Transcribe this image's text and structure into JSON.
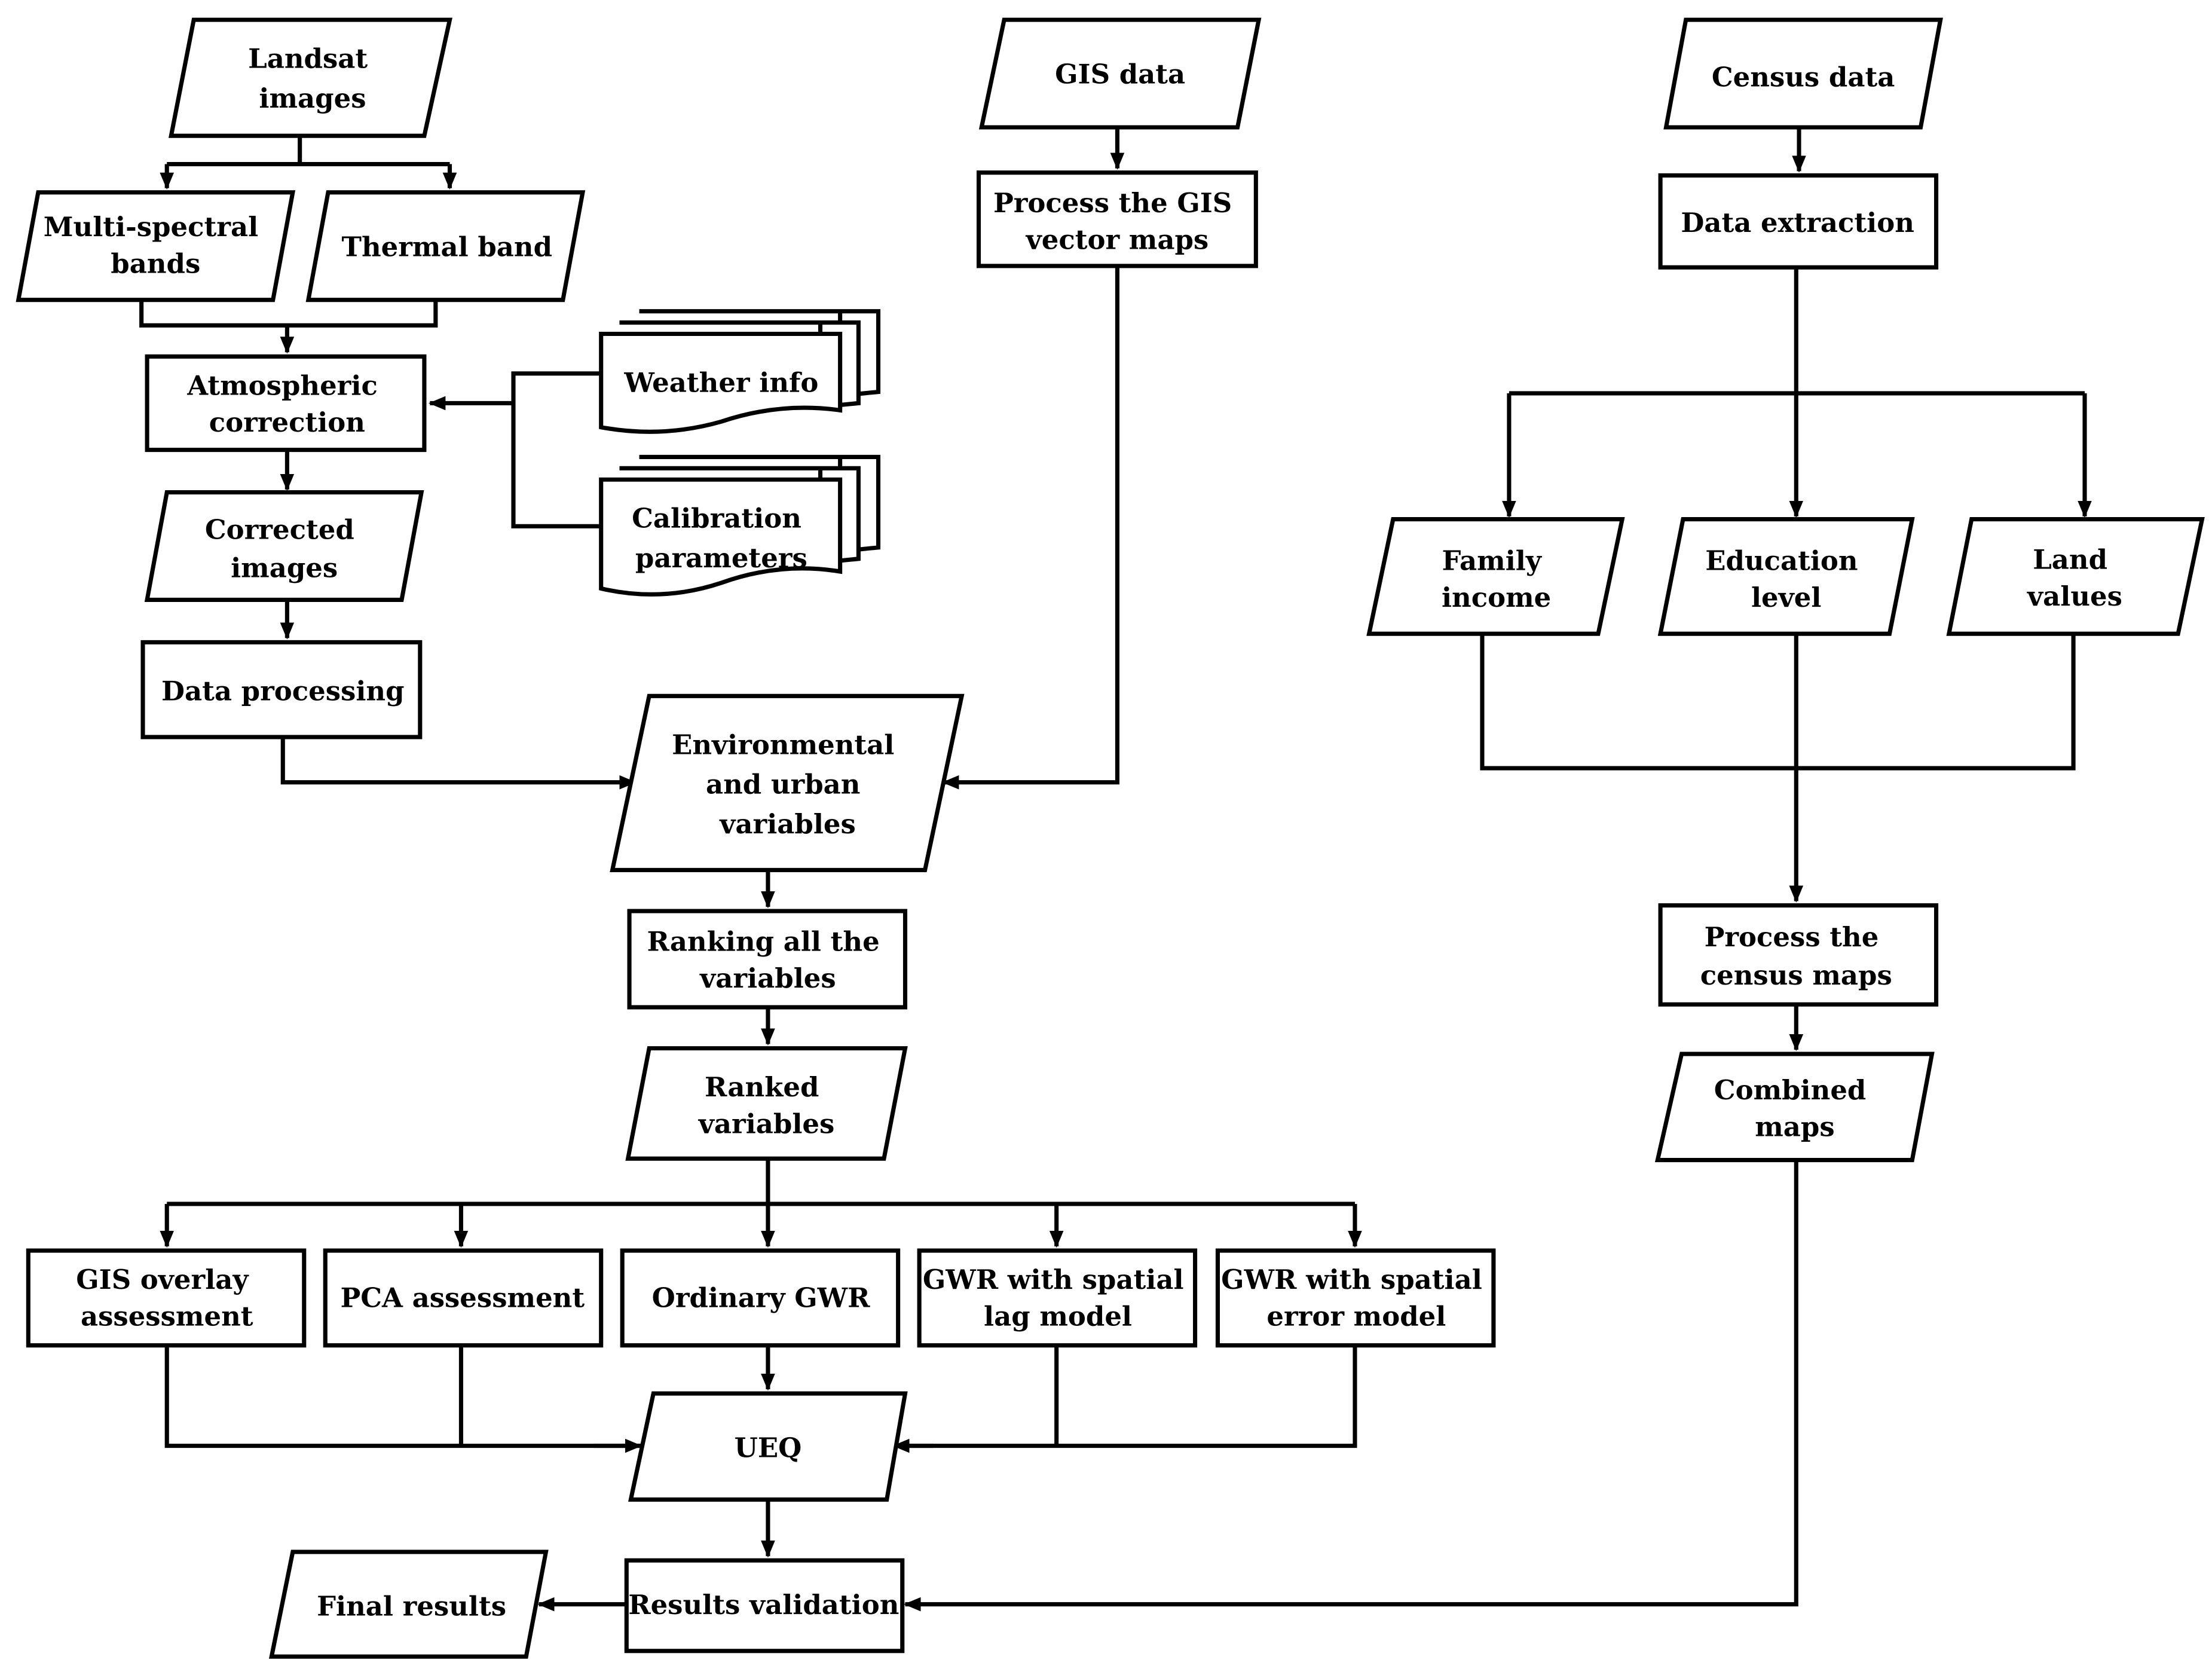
{
  "nodes": {
    "landsat_images": {
      "lines": [
        "Landsat",
        "images"
      ]
    },
    "multispectral_bands": {
      "lines": [
        "Multi-spectral",
        "bands"
      ]
    },
    "thermal_band": {
      "lines": [
        "Thermal band"
      ]
    },
    "atmospheric_correction": {
      "lines": [
        "Atmospheric",
        "correction"
      ]
    },
    "weather_info": {
      "lines": [
        "Weather info"
      ]
    },
    "calibration_parameters": {
      "lines": [
        "Calibration",
        "parameters"
      ]
    },
    "corrected_images": {
      "lines": [
        "Corrected",
        "images"
      ]
    },
    "data_processing": {
      "lines": [
        "Data processing"
      ]
    },
    "gis_data": {
      "lines": [
        "GIS data"
      ]
    },
    "process_gis_vector": {
      "lines": [
        "Process the GIS",
        "vector maps"
      ]
    },
    "env_urban_variables": {
      "lines": [
        "Environmental",
        "and urban",
        "variables"
      ]
    },
    "ranking_variables": {
      "lines": [
        "Ranking all the",
        "variables"
      ]
    },
    "ranked_variables": {
      "lines": [
        "Ranked",
        "variables"
      ]
    },
    "gis_overlay": {
      "lines": [
        "GIS overlay",
        "assessment"
      ]
    },
    "pca_assessment": {
      "lines": [
        "PCA assessment"
      ]
    },
    "ordinary_gwr": {
      "lines": [
        "Ordinary GWR"
      ]
    },
    "gwr_lag": {
      "lines": [
        "GWR with spatial",
        "lag model"
      ]
    },
    "gwr_error": {
      "lines": [
        "GWR with spatial",
        "error model"
      ]
    },
    "ueq": {
      "lines": [
        "UEQ"
      ]
    },
    "results_validation": {
      "lines": [
        "Results validation"
      ]
    },
    "final_results": {
      "lines": [
        "Final results"
      ]
    },
    "census_data": {
      "lines": [
        "Census data"
      ]
    },
    "data_extraction": {
      "lines": [
        "Data extraction"
      ]
    },
    "family_income": {
      "lines": [
        "Family",
        "income"
      ]
    },
    "education_level": {
      "lines": [
        "Education",
        "level"
      ]
    },
    "land_values": {
      "lines": [
        "Land",
        "values"
      ]
    },
    "process_census": {
      "lines": [
        "Process the",
        "census maps"
      ]
    },
    "combined_maps": {
      "lines": [
        "Combined",
        "maps"
      ]
    }
  },
  "edges": [
    {
      "from": "landsat_images",
      "to": "multispectral_bands"
    },
    {
      "from": "landsat_images",
      "to": "thermal_band"
    },
    {
      "from": "multispectral_bands",
      "to": "atmospheric_correction"
    },
    {
      "from": "thermal_band",
      "to": "atmospheric_correction"
    },
    {
      "from": "weather_info",
      "to": "atmospheric_correction"
    },
    {
      "from": "calibration_parameters",
      "to": "atmospheric_correction"
    },
    {
      "from": "atmospheric_correction",
      "to": "corrected_images"
    },
    {
      "from": "corrected_images",
      "to": "data_processing"
    },
    {
      "from": "data_processing",
      "to": "env_urban_variables"
    },
    {
      "from": "gis_data",
      "to": "process_gis_vector"
    },
    {
      "from": "process_gis_vector",
      "to": "env_urban_variables"
    },
    {
      "from": "env_urban_variables",
      "to": "ranking_variables"
    },
    {
      "from": "ranking_variables",
      "to": "ranked_variables"
    },
    {
      "from": "ranked_variables",
      "to": "gis_overlay"
    },
    {
      "from": "ranked_variables",
      "to": "pca_assessment"
    },
    {
      "from": "ranked_variables",
      "to": "ordinary_gwr"
    },
    {
      "from": "ranked_variables",
      "to": "gwr_lag"
    },
    {
      "from": "ranked_variables",
      "to": "gwr_error"
    },
    {
      "from": "gis_overlay",
      "to": "ueq"
    },
    {
      "from": "pca_assessment",
      "to": "ueq"
    },
    {
      "from": "ordinary_gwr",
      "to": "ueq"
    },
    {
      "from": "gwr_lag",
      "to": "ueq"
    },
    {
      "from": "gwr_error",
      "to": "ueq"
    },
    {
      "from": "ueq",
      "to": "results_validation"
    },
    {
      "from": "results_validation",
      "to": "final_results"
    },
    {
      "from": "census_data",
      "to": "data_extraction"
    },
    {
      "from": "data_extraction",
      "to": "family_income"
    },
    {
      "from": "data_extraction",
      "to": "education_level"
    },
    {
      "from": "data_extraction",
      "to": "land_values"
    },
    {
      "from": "family_income",
      "to": "process_census"
    },
    {
      "from": "education_level",
      "to": "process_census"
    },
    {
      "from": "land_values",
      "to": "process_census"
    },
    {
      "from": "process_census",
      "to": "combined_maps"
    },
    {
      "from": "combined_maps",
      "to": "results_validation"
    }
  ]
}
